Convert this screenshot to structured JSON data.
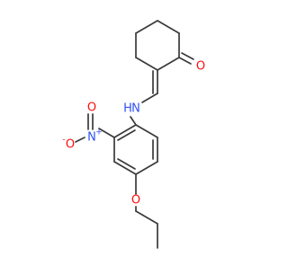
{
  "molecule": {
    "atoms": {
      "oxygen_ketone": {
        "symbol": "O",
        "color": "#ff0d0d"
      },
      "nitrogen_amine": {
        "symbol": "N",
        "color": "#3050f8"
      },
      "hydrogen_amine": {
        "symbol": "H",
        "color": "#3050f8"
      },
      "nitrogen_nitro": {
        "symbol": "N",
        "color": "#3050f8",
        "charge": "+"
      },
      "oxygen_nitro_double": {
        "symbol": "O",
        "color": "#ff0d0d"
      },
      "oxygen_nitro_single": {
        "symbol": "O",
        "color": "#ff0d0d",
        "charge": "-"
      },
      "oxygen_ether": {
        "symbol": "O",
        "color": "#ff0d0d"
      }
    },
    "bond_color": "#3a3a3a"
  }
}
